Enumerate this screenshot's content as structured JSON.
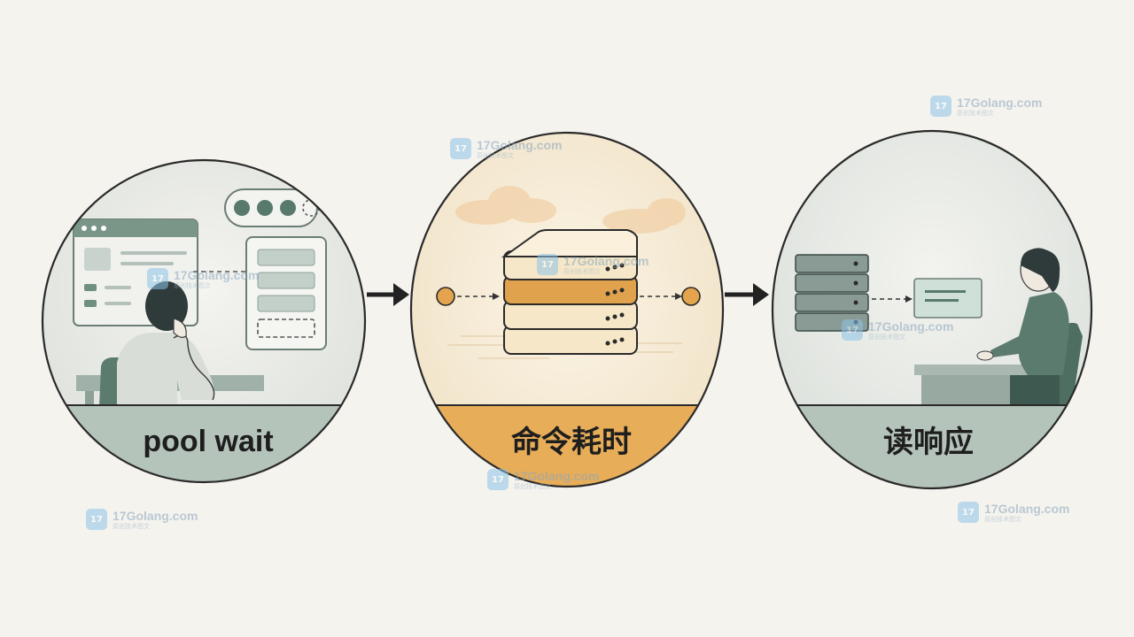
{
  "stages": [
    {
      "label": "pool wait"
    },
    {
      "label": "命令耗时"
    },
    {
      "label": "读响应"
    }
  ],
  "watermark": {
    "title": "17Golang.com",
    "subtitle": "原创技术图文",
    "logo": "17"
  },
  "colors": {
    "background": "#f5f3ee",
    "sage": "#7a9689",
    "sage_dark": "#4f6e62",
    "amber": "#e0a24c",
    "cream": "#f3e2bf",
    "outline": "#2a2a2a"
  }
}
